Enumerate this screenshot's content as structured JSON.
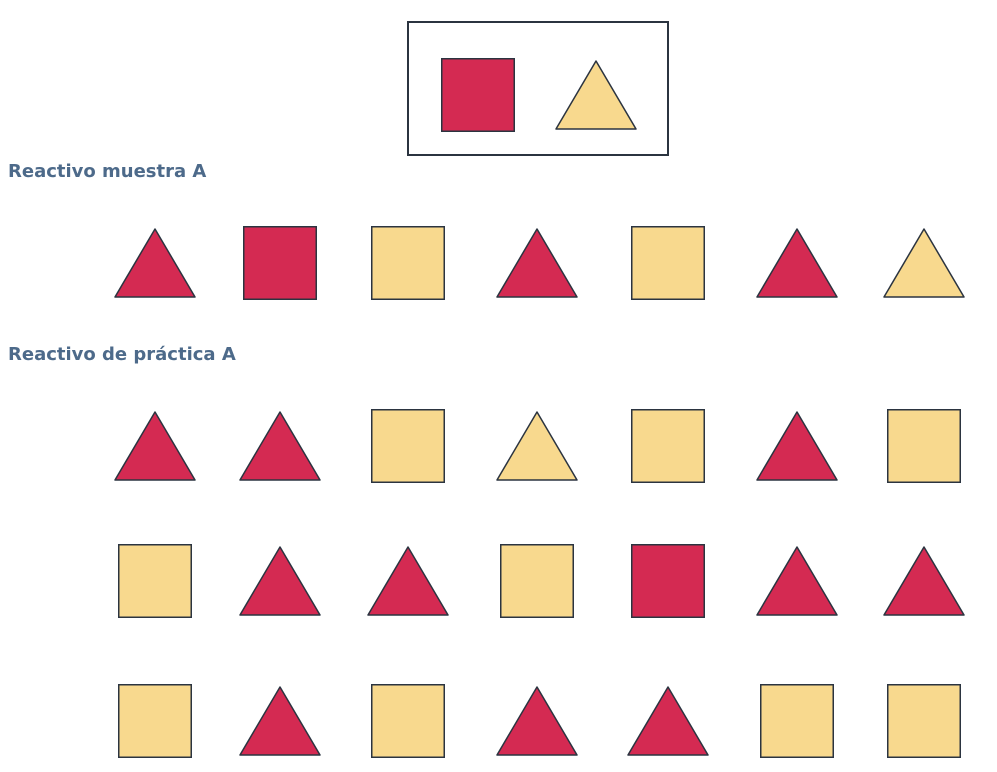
{
  "colors": {
    "red": "#d42a52",
    "yellow": "#f8d98e",
    "outline": "#2b3440"
  },
  "target": {
    "shapes": [
      {
        "shape": "square",
        "color": "red"
      },
      {
        "shape": "triangle",
        "color": "yellow"
      }
    ]
  },
  "sample": {
    "title": "Reactivo muestra A",
    "rows": [
      [
        {
          "shape": "triangle",
          "color": "red"
        },
        {
          "shape": "square",
          "color": "red"
        },
        {
          "shape": "square",
          "color": "yellow"
        },
        {
          "shape": "triangle",
          "color": "red"
        },
        {
          "shape": "square",
          "color": "yellow"
        },
        {
          "shape": "triangle",
          "color": "red"
        },
        {
          "shape": "triangle",
          "color": "yellow"
        }
      ]
    ]
  },
  "practice": {
    "title": "Reactivo de práctica A",
    "rows": [
      [
        {
          "shape": "triangle",
          "color": "red"
        },
        {
          "shape": "triangle",
          "color": "red"
        },
        {
          "shape": "square",
          "color": "yellow"
        },
        {
          "shape": "triangle",
          "color": "yellow"
        },
        {
          "shape": "square",
          "color": "yellow"
        },
        {
          "shape": "triangle",
          "color": "red"
        },
        {
          "shape": "square",
          "color": "yellow"
        }
      ],
      [
        {
          "shape": "square",
          "color": "yellow"
        },
        {
          "shape": "triangle",
          "color": "red"
        },
        {
          "shape": "triangle",
          "color": "red"
        },
        {
          "shape": "square",
          "color": "yellow"
        },
        {
          "shape": "square",
          "color": "red"
        },
        {
          "shape": "triangle",
          "color": "red"
        },
        {
          "shape": "triangle",
          "color": "red"
        }
      ],
      [
        {
          "shape": "square",
          "color": "yellow"
        },
        {
          "shape": "triangle",
          "color": "red"
        },
        {
          "shape": "square",
          "color": "yellow"
        },
        {
          "shape": "triangle",
          "color": "red"
        },
        {
          "shape": "triangle",
          "color": "red"
        },
        {
          "shape": "square",
          "color": "yellow"
        },
        {
          "shape": "square",
          "color": "yellow"
        }
      ]
    ]
  }
}
